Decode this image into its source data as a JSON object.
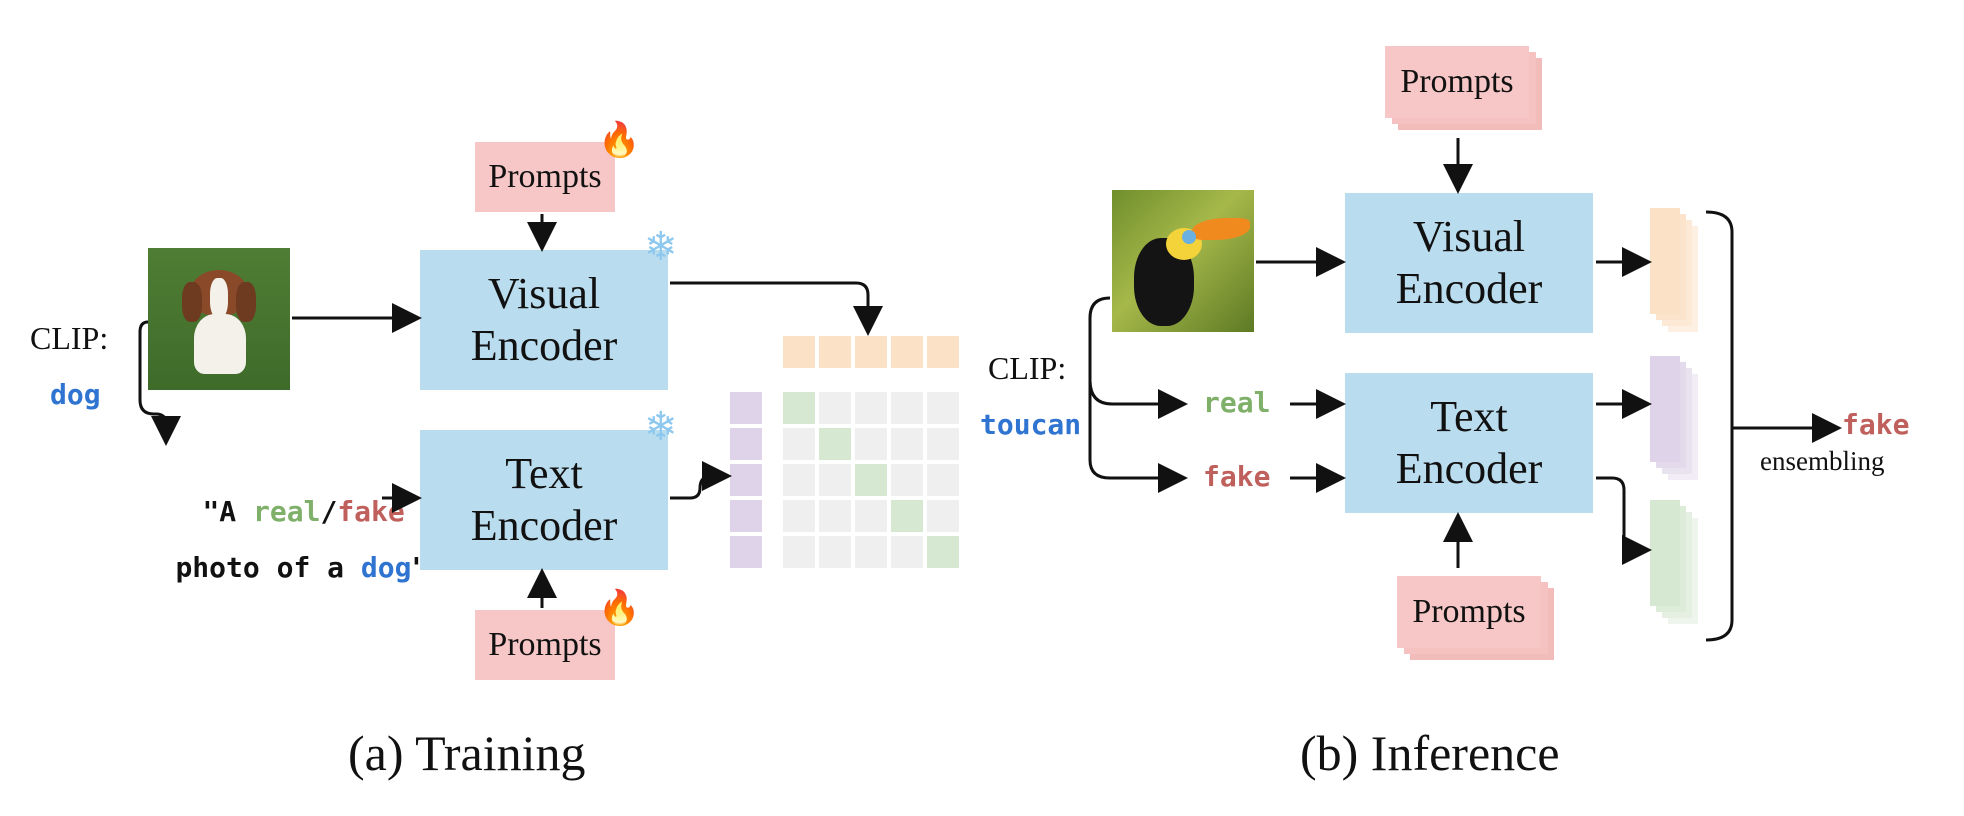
{
  "training": {
    "caption": "(a) Training",
    "clip_label": "CLIP:",
    "clip_class": "dog",
    "image_desc": "dog photo",
    "visual_encoder": "Visual\nEncoder",
    "text_encoder": "Text\nEncoder",
    "prompts_top": "Prompts",
    "prompts_bottom": "Prompts",
    "template": {
      "open_quote_a": "\"A ",
      "real": "real",
      "slash": "/",
      "fake": "fake",
      "line2_prefix": "photo of a ",
      "dog": "dog",
      "close_quote": "\""
    }
  },
  "inference": {
    "caption": "(b) Inference",
    "clip_label": "CLIP:",
    "clip_class": "toucan",
    "image_desc": "toucan photo",
    "visual_encoder": "Visual\nEncoder",
    "text_encoder": "Text\nEncoder",
    "prompts_top": "Prompts",
    "prompts_bottom": "Prompts",
    "real_label": "real",
    "fake_label": "fake",
    "output_label": "fake",
    "ensembling_label": "ensembling"
  },
  "icons": {
    "fire": "fire-icon",
    "snowflake": "snowflake-icon"
  },
  "colors": {
    "encoder": "#b9dcee",
    "prompts": "#f6c7c6",
    "real": "#7fb069",
    "fake": "#c0605c",
    "class": "#2e74d0",
    "image_feat": "#fbe1c6",
    "text_feat": "#ded3e8",
    "match": "#d6e8d1",
    "grid": "#efefef"
  }
}
